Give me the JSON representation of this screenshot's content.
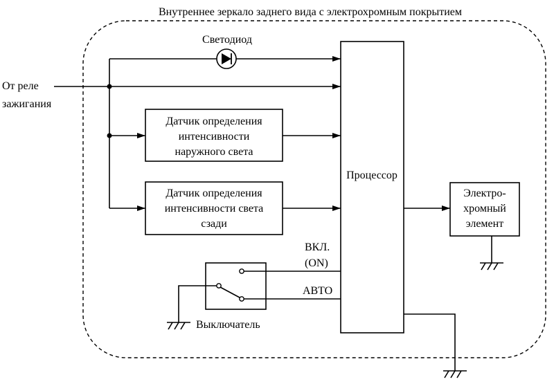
{
  "title": "Внутреннее зеркало заднего вида с электрохромным покрытием",
  "input": {
    "line1": "От реле",
    "line2": "зажигания"
  },
  "led": {
    "label": "Светодиод"
  },
  "sensor_outer": {
    "line1": "Датчик определения",
    "line2": "интенсивности",
    "line3": "наружного света"
  },
  "sensor_rear": {
    "line1": "Датчик определения",
    "line2": "интенсивности света",
    "line3": "сзади"
  },
  "processor": {
    "label": "Процессор"
  },
  "ec_element": {
    "line1": "Электро-",
    "line2": "хромный",
    "line3": "элемент"
  },
  "switch": {
    "label": "Выключатель",
    "on_line1": "ВКЛ.",
    "on_line2": "(ON)",
    "auto_label": "АВТО"
  }
}
